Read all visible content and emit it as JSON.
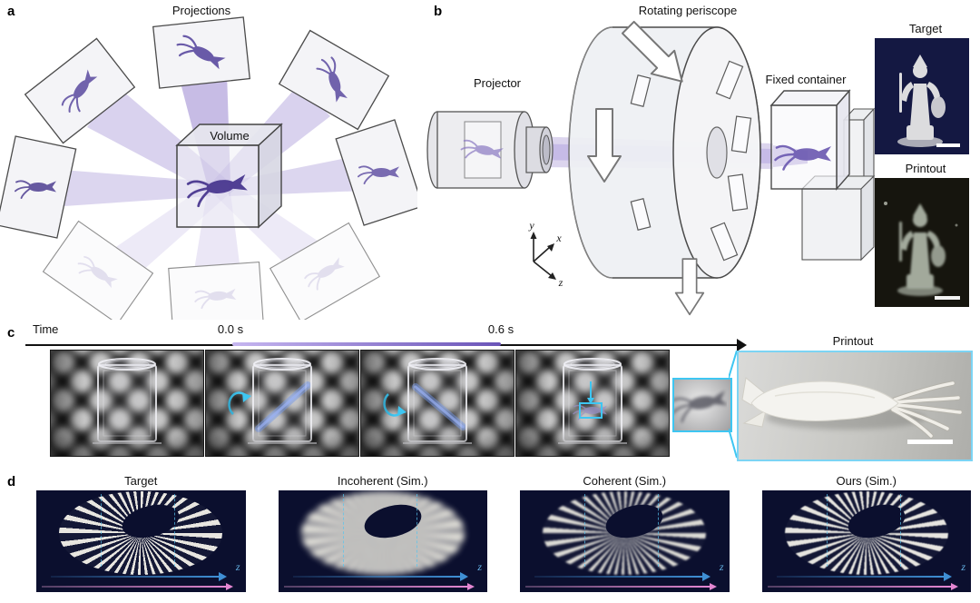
{
  "figure": {
    "panel_a": {
      "letter": "a",
      "projections_label": "Projections",
      "volume_label": "Volume"
    },
    "panel_b": {
      "letter": "b",
      "projector_label": "Projector",
      "periscope_label": "Rotating periscope",
      "container_label": "Fixed container",
      "axis_x": "x",
      "axis_y": "y",
      "axis_z": "z",
      "target_label": "Target",
      "printout_label": "Printout"
    },
    "panel_c": {
      "letter": "c",
      "time_label": "Time",
      "time_start": "0.0 s",
      "time_end": "0.6 s",
      "printout_label": "Printout"
    },
    "panel_d": {
      "letter": "d",
      "tiles": [
        {
          "title": "Target",
          "axis_z": "z"
        },
        {
          "title": "Incoherent (Sim.)",
          "axis_z": "z"
        },
        {
          "title": "Coherent (Sim.)",
          "axis_z": "z"
        },
        {
          "title": "Ours (Sim.)",
          "axis_z": "z"
        }
      ]
    }
  },
  "colors": {
    "beam_purple": "#8268c6",
    "accent_cyan": "#3ec6f2",
    "sim_background": "#0b0f2e",
    "axis_blue": "#3f8fd4",
    "axis_pink": "#e487d2"
  }
}
